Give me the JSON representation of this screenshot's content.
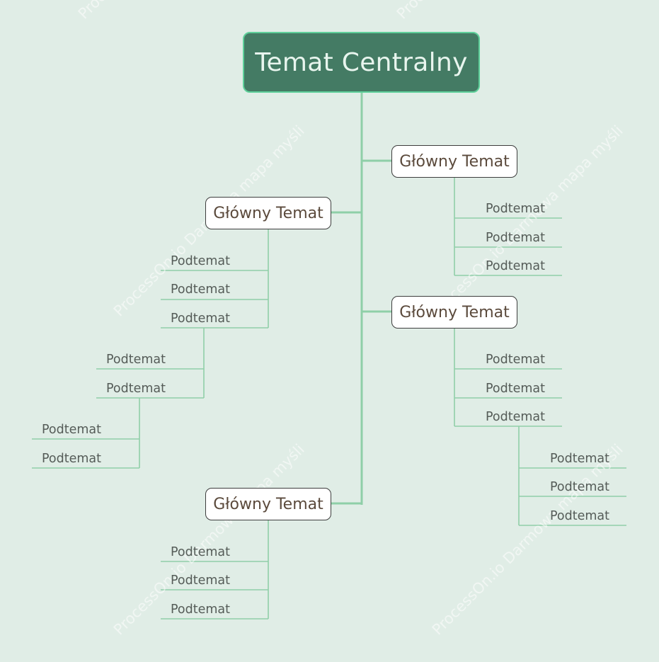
{
  "watermark_text": "ProcessOn.io Darmowa mapa myśli",
  "colors": {
    "background": "#e0ede6",
    "connector": "#8fcfa8",
    "central_fill": "#447b64",
    "central_border": "#5ed09a",
    "central_text": "#e8f5ee",
    "main_border": "#3d3d3d",
    "main_text": "#5b4a3c",
    "sub_text": "#555c58"
  },
  "central_topic": "Temat Centralny",
  "main_topics": [
    {
      "label": "Główny Temat",
      "subtopics": [
        "Podtemat",
        "Podtemat",
        "Podtemat"
      ]
    },
    {
      "label": "Główny Temat",
      "subtopics": [
        "Podtemat",
        "Podtemat",
        "Podtemat"
      ],
      "nested": {
        "Podtemat_3": [
          "Podtemat",
          "Podtemat"
        ],
        "Podtemat_3_2": [
          "Podtemat",
          "Podtemat"
        ]
      }
    },
    {
      "label": "Główny Temat",
      "subtopics": [
        "Podtemat",
        "Podtemat",
        "Podtemat"
      ],
      "nested": {
        "Podtemat_3": [
          "Podtemat",
          "Podtemat",
          "Podtemat"
        ]
      }
    },
    {
      "label": "Główny Temat",
      "subtopics": [
        "Podtemat",
        "Podtemat",
        "Podtemat"
      ]
    }
  ]
}
